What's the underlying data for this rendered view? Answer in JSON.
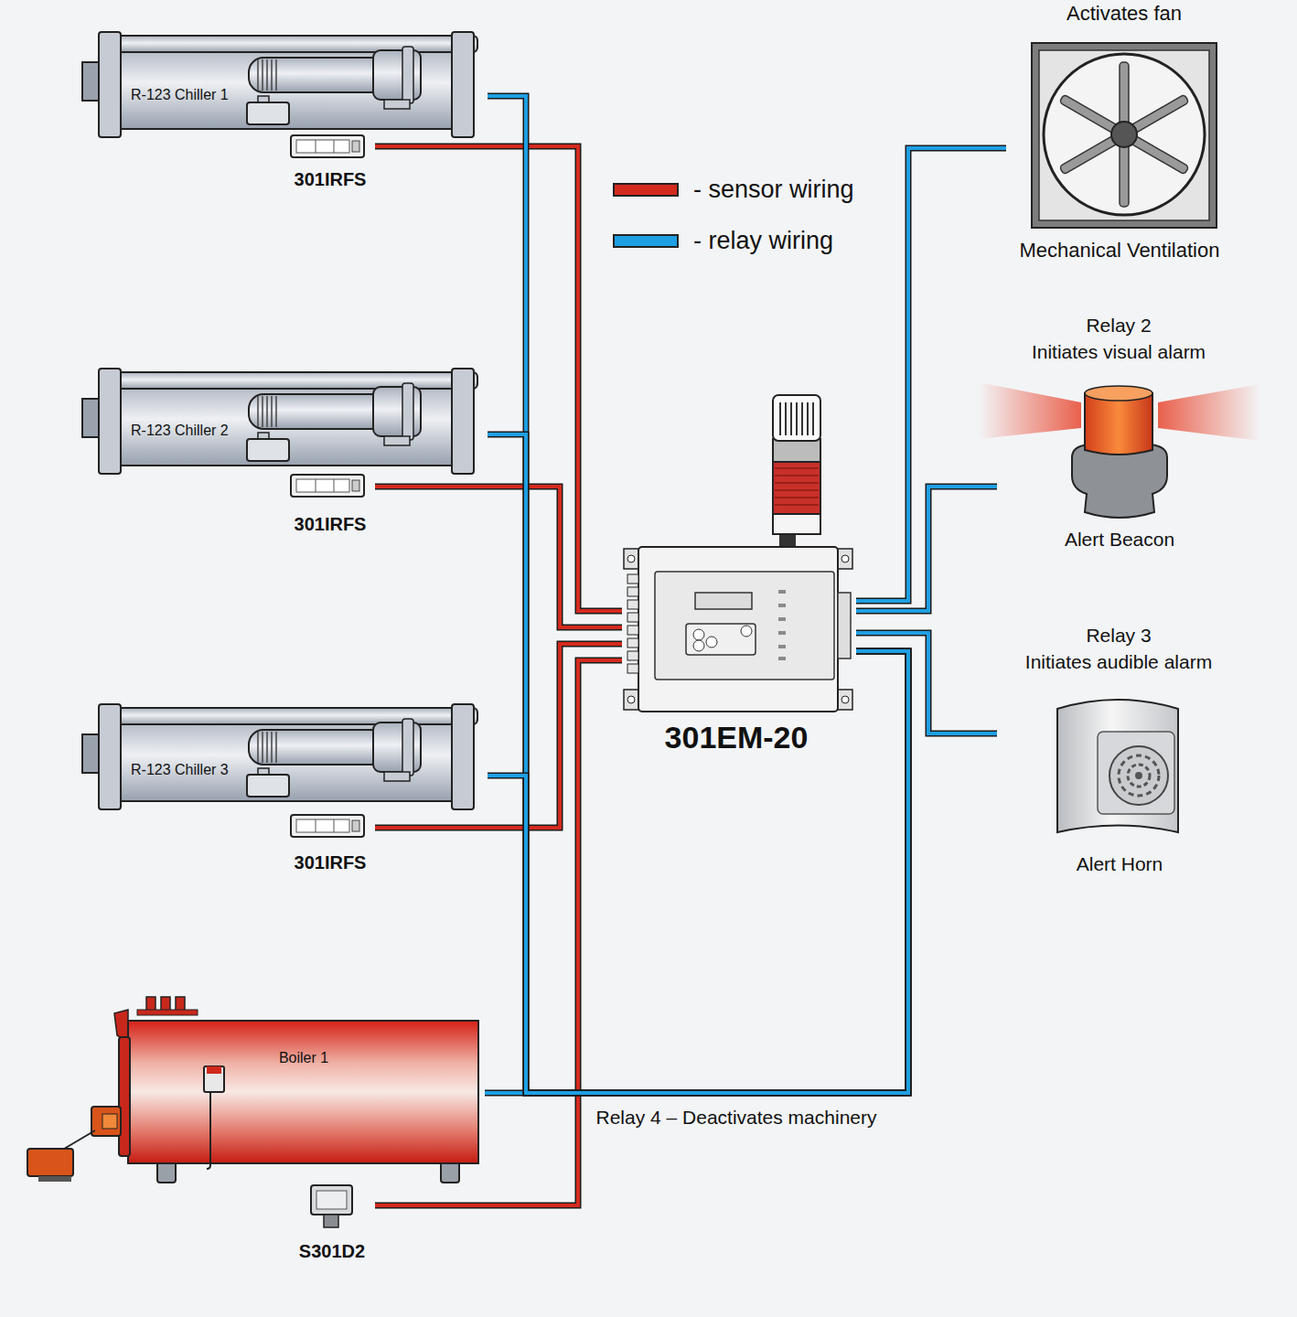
{
  "diagram": {
    "nodes": [
      {
        "text": [
          "R-123 Chiller 1"
        ]
      },
      {
        "text": [
          "301IRFS"
        ]
      },
      {
        "text": [
          "Activates fan",
          "Mechanical Ventilation"
        ]
      },
      {
        "text": [
          "Relay 2",
          "Initiates visual alarm",
          "Alert Beacon"
        ]
      },
      {
        "text": [
          "R-123 Chiller 2"
        ]
      },
      {
        "text": [
          "301IRFS"
        ]
      },
      {
        "text": [
          "301EM-20"
        ]
      },
      {
        "text": [
          "Relay 3",
          "Initiates audible alarm",
          "Alert Horn"
        ]
      },
      {
        "text": [
          "R-123 Chiller 3"
        ]
      },
      {
        "text": [
          "301IRFS"
        ]
      },
      {
        "text": [
          "Boiler 1"
        ]
      },
      {
        "text": [
          "S301D2"
        ]
      }
    ],
    "edges": [
      {
        "from": 1,
        "to": 6,
        "arrow": "none"
      },
      {
        "from": 5,
        "to": 6,
        "arrow": "none"
      },
      {
        "from": 9,
        "to": 6,
        "arrow": "none"
      },
      {
        "from": 11,
        "to": 6,
        "arrow": "none"
      },
      {
        "from": 6,
        "to": 2,
        "arrow": "none"
      },
      {
        "from": 6,
        "to": 3,
        "arrow": "none"
      },
      {
        "from": 6,
        "to": 7,
        "arrow": "none"
      },
      {
        "from": 6,
        "to": 10,
        "arrow": "none",
        "label": "Relay 4 – Deactivates machinery"
      },
      {
        "from": 6,
        "to": 0,
        "arrow": "none"
      },
      {
        "from": 6,
        "to": 4,
        "arrow": "none"
      },
      {
        "from": 6,
        "to": 8,
        "arrow": "none"
      }
    ],
    "legend": [
      {
        "text": "- sensor wiring",
        "color": "#d42a1f"
      },
      {
        "text": "- relay wiring",
        "color": "#1e9fe3"
      }
    ]
  }
}
